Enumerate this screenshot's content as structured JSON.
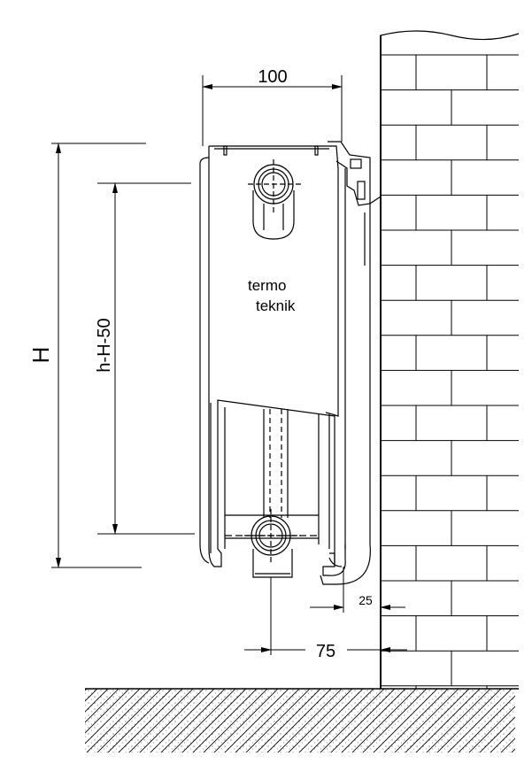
{
  "dimensions": {
    "width": "100",
    "height": "H",
    "connection_height": "h-H-50",
    "wall_gap": "25",
    "pipe_offset": "75"
  },
  "brand": {
    "line1": "termo",
    "line2": "teknik"
  },
  "colors": {
    "stroke": "#000000",
    "background": "#ffffff",
    "wall_fill": "#ffffff"
  }
}
